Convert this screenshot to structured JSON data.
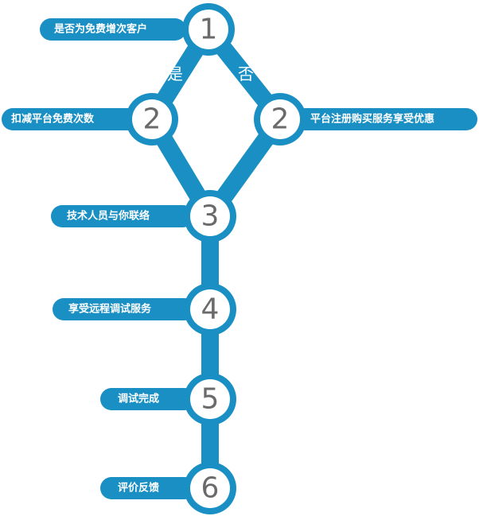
{
  "colors": {
    "primary": "#1a8fc4",
    "node_fill": "#ffffff",
    "number": "#6a6a6a",
    "label_text": "#ffffff"
  },
  "flow": {
    "step1": {
      "number": "1",
      "label": "是否为免费增次客户"
    },
    "branch_yes": "是",
    "branch_no": "否",
    "step2_left": {
      "number": "2",
      "label": "扣减平台免费次数"
    },
    "step2_right": {
      "number": "2",
      "label": "平台注册购买服务享受优惠"
    },
    "step3": {
      "number": "3",
      "label": "技术人员与你联络"
    },
    "step4": {
      "number": "4",
      "label": "享受远程调试服务"
    },
    "step5": {
      "number": "5",
      "label": "调试完成"
    },
    "step6": {
      "number": "6",
      "label": "评价反馈"
    }
  }
}
